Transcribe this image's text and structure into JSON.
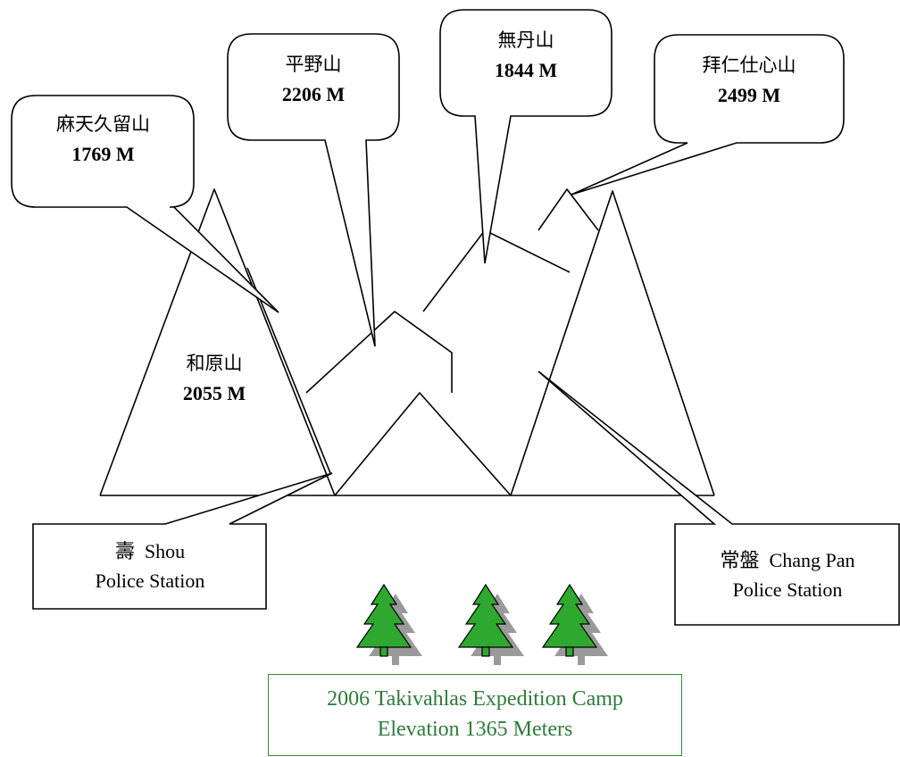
{
  "peaks": [
    {
      "id": "matianjiuliu",
      "name": "麻天久留山",
      "elevation": "1769 M"
    },
    {
      "id": "pingye",
      "name": "平野山",
      "elevation": "2206 M"
    },
    {
      "id": "wudan",
      "name": "無丹山",
      "elevation": "1844 M"
    },
    {
      "id": "bairenshixin",
      "name": "拜仁仕心山",
      "elevation": "2499 M"
    },
    {
      "id": "heyuan",
      "name": "和原山",
      "elevation": "2055 M"
    }
  ],
  "stations": [
    {
      "id": "shou",
      "name_zh": "壽",
      "name_en": "Shou",
      "label": "Police Station"
    },
    {
      "id": "changpan",
      "name_zh": "常盤",
      "name_en": "Chang Pan",
      "label": "Police Station"
    }
  ],
  "camp": {
    "line1": "2006 Takivahlas Expedition Camp",
    "line2": "Elevation 1365 Meters"
  },
  "colors": {
    "line": "#000000",
    "tree_fill": "#2fa82f",
    "tree_shadow": "#9a9a9a",
    "camp_text": "#2f7a3a",
    "camp_border": "#3a8a3a"
  }
}
